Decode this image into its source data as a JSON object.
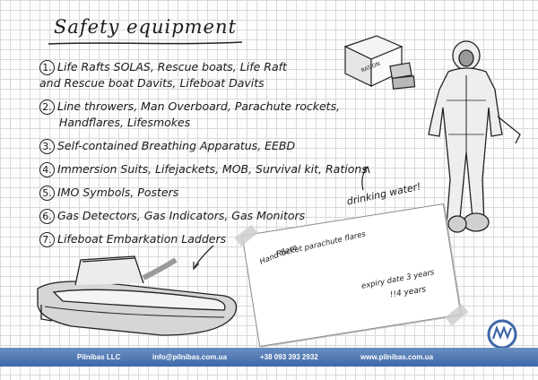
{
  "title": "Safety equipment",
  "items": [
    {
      "num": "1.",
      "line1": "Life Rafts SOLAS, Rescue boats, Life Raft",
      "line2": "and Rescue boat Davits, Lifeboat Davits"
    },
    {
      "num": "2.",
      "line1": "Line throwers, Man Overboard, Parachute rockets,",
      "line2": "Handflares, Lifesmokes"
    },
    {
      "num": "3.",
      "line1": "Self-contained Breathing Apparatus, EEBD",
      "line2": ""
    },
    {
      "num": "4.",
      "line1": "Immersion Suits, Lifejackets, MOB, Survival kit, Rations",
      "line2": ""
    },
    {
      "num": "5.",
      "line1": "IMO Symbols, Posters",
      "line2": ""
    },
    {
      "num": "6.",
      "line1": "Gas Detectors, Gas Indicators, Gas Monitors",
      "line2": ""
    },
    {
      "num": "7.",
      "line1": "Lifeboat Embarkation Ladders",
      "line2": ""
    }
  ],
  "note": "drinking water!",
  "ration_label": "RATION",
  "card": {
    "hand_flare": "Hand flare",
    "rocket_flares": "Rocket parachute flares",
    "expiry": "expiry date 3 years",
    "years": "!!4 years"
  },
  "footer": {
    "company": "Pilnibas LLC",
    "email": "info@pilnibas.com.ua",
    "phone": "+38 093 393 2932",
    "website": "www.pilnibas.com.ua"
  },
  "colors": {
    "footer": "#4a72b0",
    "ink": "#1b1b1b",
    "grid": "#d9d9d9"
  }
}
